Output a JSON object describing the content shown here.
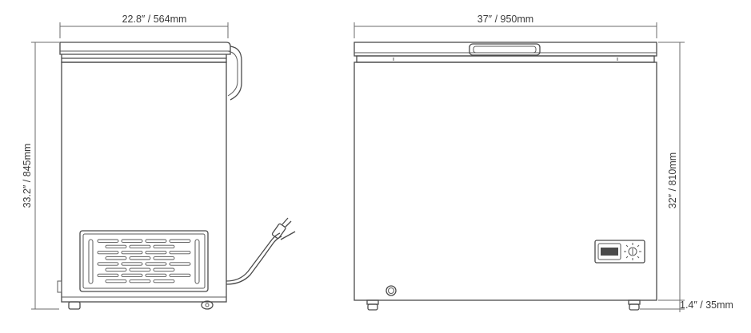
{
  "side_view": {
    "width_label": "22.8″ / 564mm",
    "height_label": "33.2″ / 845mm"
  },
  "front_view": {
    "width_label": "37″ / 950mm",
    "cabinet_height_label": "32″ / 810mm",
    "foot_height_label": "1.4″ / 35mm"
  },
  "icons": {
    "control_panel": "thermostat-dial-icon",
    "power_cord": "power-plug-icon",
    "vent": "compressor-vent-grille"
  },
  "colors": {
    "line": "#4a4a4a",
    "dimension": "#6b6b6b",
    "text": "#3a3a3a"
  }
}
